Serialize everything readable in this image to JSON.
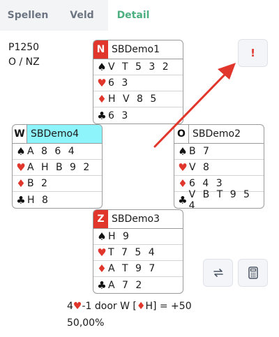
{
  "tabs": [
    {
      "label": "Spellen"
    },
    {
      "label": "Veld"
    },
    {
      "label": "Detail"
    }
  ],
  "board": {
    "number": "P1250",
    "vulnerability": "O / NZ"
  },
  "hands": {
    "north": {
      "seat": "N",
      "player": "SBDemo1",
      "spades": "V T 5 3 2",
      "hearts": "6 3",
      "diamonds": "H V 8 5",
      "clubs": "6 3"
    },
    "west": {
      "seat": "W",
      "player": "SBDemo4",
      "spades": "A 8 6 4",
      "hearts": "A H B 9 2",
      "diamonds": "B 2",
      "clubs": "H 8"
    },
    "east": {
      "seat": "O",
      "player": "SBDemo2",
      "spades": "B 7",
      "hearts": "V 8",
      "diamonds": "6 4 3",
      "clubs": "V B T 9 5 4"
    },
    "south": {
      "seat": "Z",
      "player": "SBDemo3",
      "spades": "H 9",
      "hearts": "T 7 5 4",
      "diamonds": "A T 9 7",
      "clubs": "A 7 2"
    }
  },
  "result": {
    "contract_level": "4",
    "contract_rest": "-1 door W [",
    "lead_card": "H",
    "score": "] = +50",
    "percentage": "50,00%"
  },
  "colors": {
    "accent_green": "#4caf80",
    "red": "#e0362c",
    "highlight": "#8ef4fb"
  },
  "icons": [
    "exclamation-icon",
    "rotate-icon",
    "calculator-icon",
    "arrow-annotation"
  ]
}
